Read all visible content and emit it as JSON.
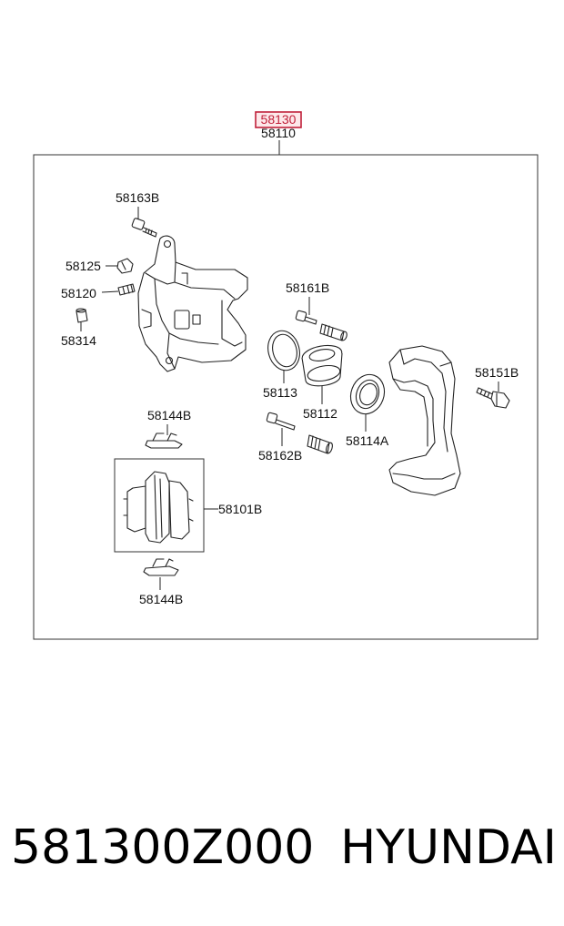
{
  "header": {
    "highlighted_part": "58130",
    "assembly_part": "58110"
  },
  "callouts": {
    "c58163B": "58163B",
    "c58125": "58125",
    "c58120": "58120",
    "c58314": "58314",
    "c58161B": "58161B",
    "c58113": "58113",
    "c58112": "58112",
    "c58151B": "58151B",
    "c58114A": "58114A",
    "c58162B": "58162B",
    "c58144B_top": "58144B",
    "c58101B": "58101B",
    "c58144B_bottom": "58144B"
  },
  "colors": {
    "highlight": "#c0203a",
    "line": "#222222"
  },
  "footer": {
    "part_number": "581300Z000",
    "brand": "HYUNDAI"
  }
}
